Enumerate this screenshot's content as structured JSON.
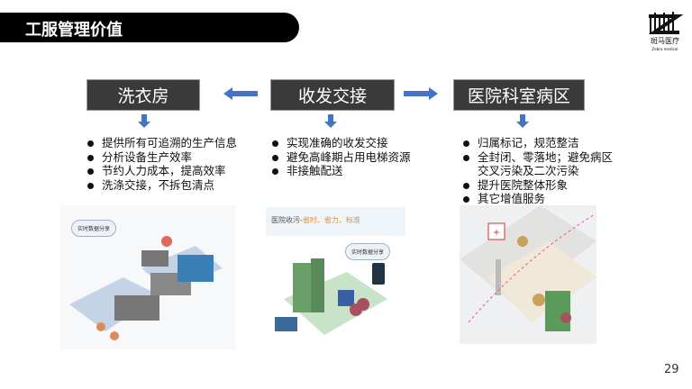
{
  "title": "工服管理价值",
  "logo": {
    "text": "斑马医疗",
    "subtext": "Zebra medical"
  },
  "columns": [
    {
      "label": "洗衣房",
      "bullets": [
        "提供所有可追溯的生产信息",
        "分析设备生产效率",
        "节约人力成本，提高效率",
        "洗涤交接，不拆包清点"
      ]
    },
    {
      "label": "收发交接",
      "bullets": [
        "实现准确的收发交接",
        "避免高峰期占用电梯资源",
        "非接触配送"
      ]
    },
    {
      "label": "医院科室病区",
      "bullets": [
        "归属标记，规范整洁",
        "全封闭、零落地；避免病区交叉污染及二次污染",
        "提升医院整体形象",
        "其它增值服务"
      ]
    }
  ],
  "illustrations": {
    "laundry": {
      "cloud": "实时数据分享"
    },
    "handover": {
      "header_prefix": "医院收污-",
      "header_highlight": "省时、省力、标准",
      "cloud": "实时数据分享"
    }
  },
  "colors": {
    "arrow": "#4472c4",
    "box": "#3a3a3a",
    "highlight": "#e0903a"
  },
  "page_number": "29"
}
